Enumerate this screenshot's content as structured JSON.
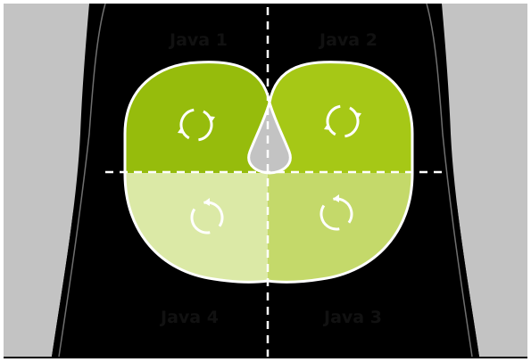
{
  "labels": {
    "q1": "Java 1",
    "q2": "Java 2",
    "q3": "Java 3",
    "q4": "Java 4"
  },
  "colors": {
    "body": "#c3c3c3",
    "background": "#000000",
    "frame": "#ffffff",
    "guide": "#ffffff",
    "q1": "#96bc0c",
    "q2": "#a6c816",
    "q3": "#c4d96a",
    "q4": "#dbe9a6"
  },
  "icons": {
    "q1": "rotate-clockwise-icon",
    "q2": "rotate-clockwise-icon",
    "q3": "rotate-counterclockwise-icon",
    "q4": "rotate-counterclockwise-icon"
  }
}
